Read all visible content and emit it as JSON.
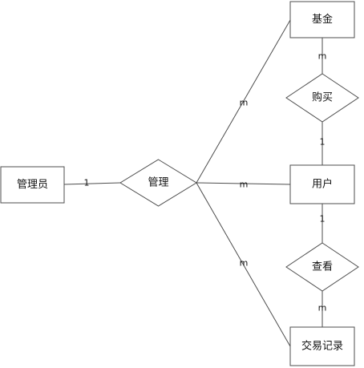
{
  "entities": {
    "admin": "管理员",
    "fund": "基金",
    "user": "用户",
    "transaction_record": "交易记录"
  },
  "relationships": {
    "manage": "管理",
    "purchase": "购买",
    "view": "查看"
  },
  "cardinalities": {
    "admin_manage": "1",
    "manage_fund": "m",
    "manage_user": "m",
    "manage_transaction": "m",
    "fund_purchase": "m",
    "purchase_user": "1",
    "user_view": "1",
    "view_transaction": "m"
  }
}
